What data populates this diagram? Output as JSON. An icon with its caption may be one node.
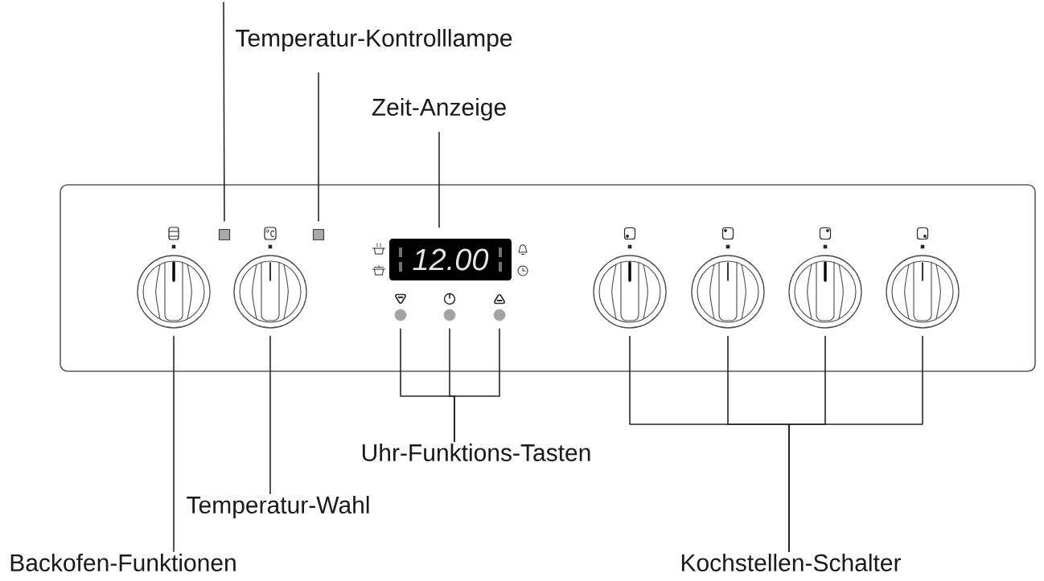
{
  "diagram": {
    "nodes": [
      {
        "text": [
          "Temperatur-Kontrolllampe"
        ]
      },
      {
        "text": [
          "Zeit-Anzeige"
        ]
      },
      {
        "text": [],
        "shape": "box"
      },
      {
        "text": [],
        "shape": "box",
        "in": 2
      },
      {
        "text": [],
        "shape": "box",
        "in": 2
      },
      {
        "text": [
          "12.00"
        ],
        "in": 2
      },
      {
        "text": [],
        "shape": "circle",
        "in": 2
      },
      {
        "text": [],
        "shape": "circle",
        "in": 2
      },
      {
        "text": [],
        "shape": "circle",
        "in": 2
      },
      {
        "text": [],
        "shape": "circle",
        "in": 2
      },
      {
        "text": [],
        "shape": "circle",
        "in": 2
      },
      {
        "text": [],
        "shape": "circle",
        "in": 2
      },
      {
        "text": [],
        "shape": "circle",
        "in": 2
      },
      {
        "text": [],
        "shape": "circle",
        "in": 2
      },
      {
        "text": [],
        "shape": "circle",
        "in": 2
      },
      {
        "text": [
          "Uhr-Funktions-Tasten"
        ]
      },
      {
        "text": [
          "Temperatur-Wahl"
        ]
      },
      {
        "text": [
          "Backofen-Funktionen"
        ]
      },
      {
        "text": [
          "Kochstellen-Schalter"
        ]
      }
    ],
    "edges": [
      {
        "from": null,
        "to": 3,
        "arrow": "none"
      },
      {
        "from": 0,
        "to": 4,
        "arrow": "none"
      },
      {
        "from": 1,
        "to": 5,
        "arrow": "none"
      },
      {
        "from": 15,
        "to": 8,
        "arrow": "none"
      },
      {
        "from": 15,
        "to": 9,
        "arrow": "none"
      },
      {
        "from": 15,
        "to": 10,
        "arrow": "none"
      },
      {
        "from": 16,
        "to": 7,
        "arrow": "none"
      },
      {
        "from": 17,
        "to": 6,
        "arrow": "none"
      },
      {
        "from": 18,
        "to": 11,
        "arrow": "none"
      },
      {
        "from": 18,
        "to": 12,
        "arrow": "none"
      },
      {
        "from": 18,
        "to": 13,
        "arrow": "none"
      },
      {
        "from": 18,
        "to": 14,
        "arrow": "none"
      }
    ]
  }
}
